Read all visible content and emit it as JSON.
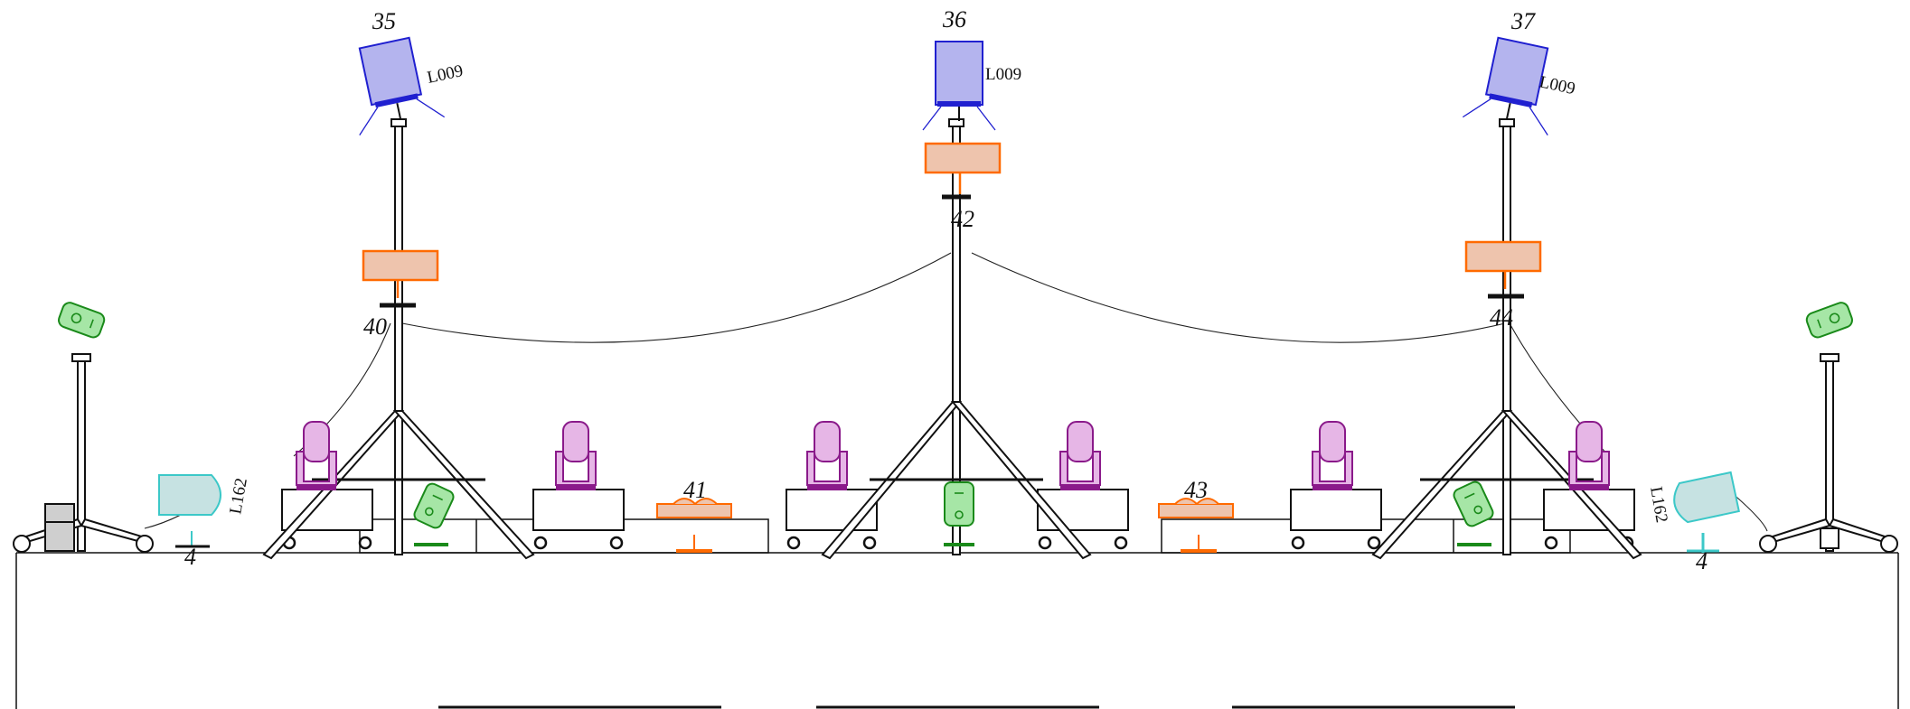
{
  "labels": {
    "n35": "35",
    "n36": "36",
    "n37": "37",
    "n40": "40",
    "n41": "41",
    "n42": "42",
    "n43": "43",
    "n44": "44",
    "n4_left": "4",
    "n4_right": "4",
    "code_l009_a": "L009",
    "code_l009_b": "L009",
    "code_l009_c": "L009",
    "code_l162_left": "L162",
    "code_l162_right": "L162"
  },
  "colors": {
    "outline": "#111111",
    "spot_blue": "#2020d0",
    "spot_blue_fill": "#b4b4ee",
    "moving_head": "#8a1a8a",
    "moving_head_fill": "#e6b6e6",
    "orange": "#ff6a00",
    "orange_fill": "#eec4ad",
    "green": "#1a8a1a",
    "green_fill": "#a6e6a6",
    "cyan": "#3cc8c8",
    "cyan_fill": "#c6e2e2"
  },
  "icons": {
    "spotlight": "spotlight-icon",
    "moving_head": "moving-head-icon",
    "par_can": "par-can-icon",
    "flood": "flood-icon",
    "strobe": "strobe-icon",
    "tripod": "tripod-stand-icon"
  }
}
